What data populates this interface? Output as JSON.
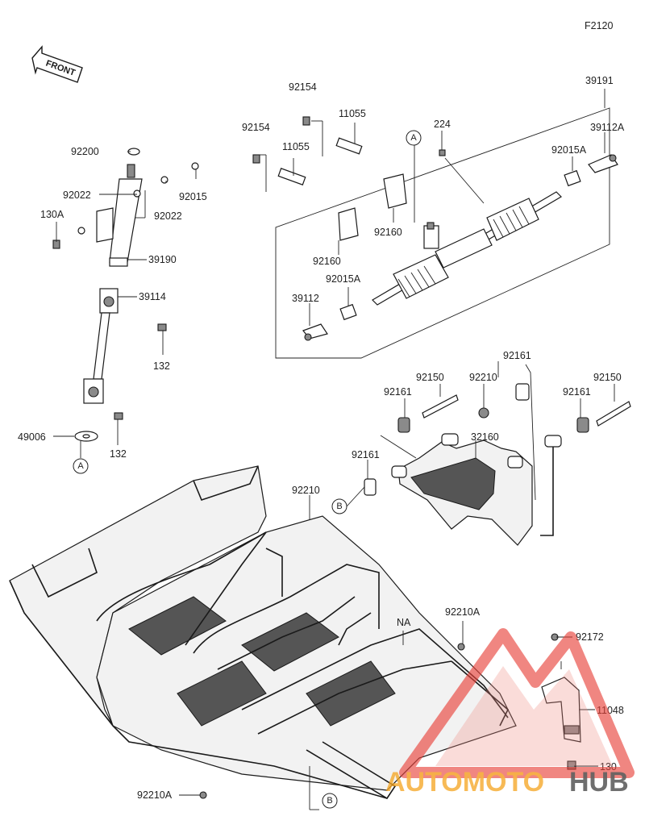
{
  "figure_code": "F2120",
  "front_label": "FRONT",
  "parts": {
    "p92200": "92200",
    "p92022a": "92022",
    "p130a": "130A",
    "p92022b": "92022",
    "p92015": "92015",
    "p39190": "39190",
    "p39114": "39114",
    "p132a": "132",
    "p49006": "49006",
    "p132b": "132",
    "p92154a": "92154",
    "p11055a": "11055",
    "p92154b": "92154",
    "p11055b": "11055",
    "p92160a": "92160",
    "p92160b": "92160",
    "p224": "224",
    "p39191": "39191",
    "p39112A": "39112A",
    "p92015A_r": "92015A",
    "p92015A_l": "92015A",
    "p39112": "39112",
    "p92161a": "92161",
    "p92150a": "92150",
    "p92210a": "92210",
    "p92161b": "92161",
    "p92150b": "92150",
    "p92161c": "92161",
    "p32160": "32160",
    "p92161d": "92161",
    "p92210b": "92210",
    "pNA": "NA",
    "p92210A_r": "92210A",
    "p92172": "92172",
    "p11048": "11048",
    "p130": "130",
    "p92210A_l": "92210A"
  },
  "refs": {
    "A_left": "A",
    "A_top": "A",
    "B_mid": "B",
    "B_bottom": "B"
  },
  "watermark": {
    "text_red": "AUTOMOTO",
    "text_dark": "HUB",
    "color_red": "#e8423a",
    "color_orange": "#f5a623",
    "color_dark": "#444444"
  }
}
